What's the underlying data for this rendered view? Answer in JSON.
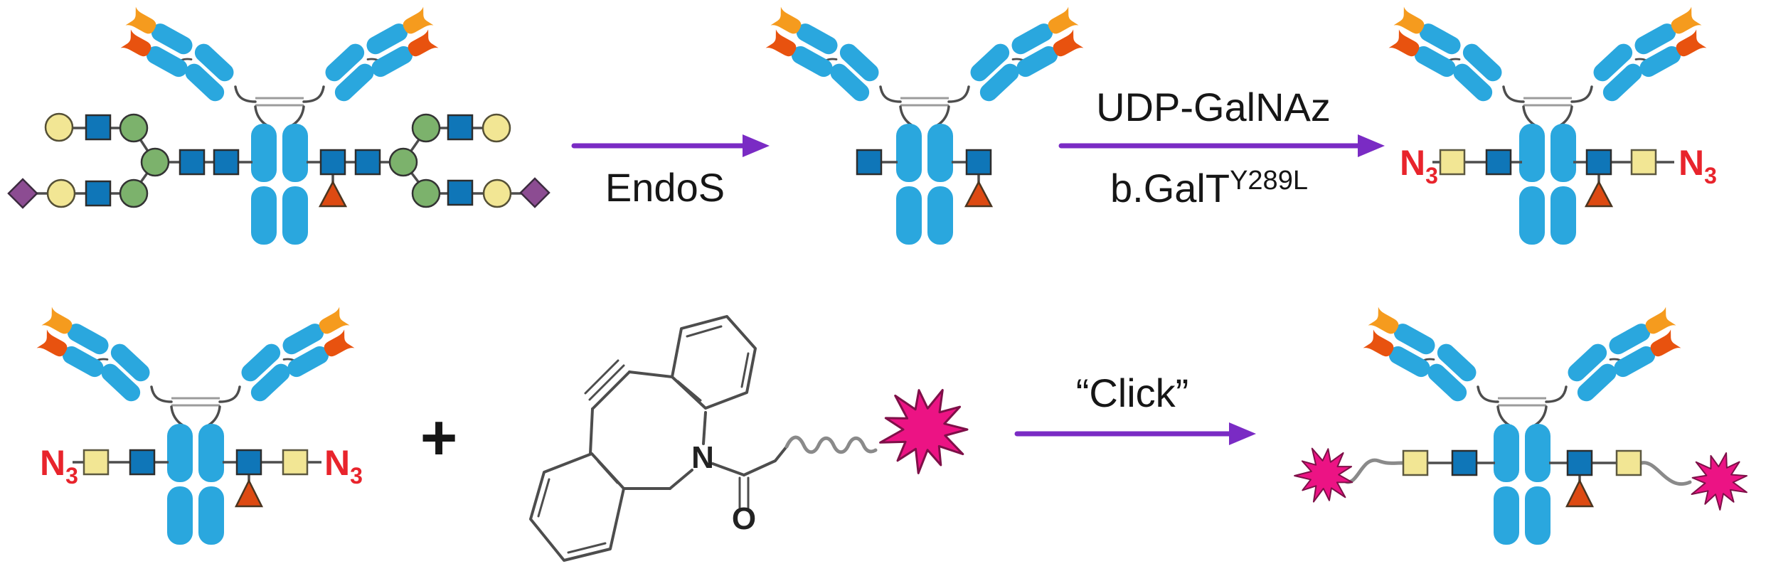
{
  "labels": {
    "endos": "EndoS",
    "udp": "UDP-GalNAz",
    "galt_base": "b.GalT",
    "galt_sup": "Y289L",
    "click": "“Click”",
    "plus": "+",
    "azide_n": "N",
    "azide_sub": "3",
    "atom_n": "N",
    "atom_o": "O"
  },
  "colors": {
    "ab_blue": "#2AA7DE",
    "fab_orange": "#F59B1E",
    "fab_red": "#E8520F",
    "gly_blue": "#0F76B8",
    "gly_green": "#7CB26C",
    "gly_yellow": "#F2E694",
    "gly_purple": "#8C4C92",
    "fucose": "#DD4A12",
    "azide_red": "#E8242C",
    "star_pink": "#EC1384",
    "star_edge": "#7E1048",
    "arrow_purple": "#7A2BC4",
    "bond": "#4d4d4d"
  }
}
